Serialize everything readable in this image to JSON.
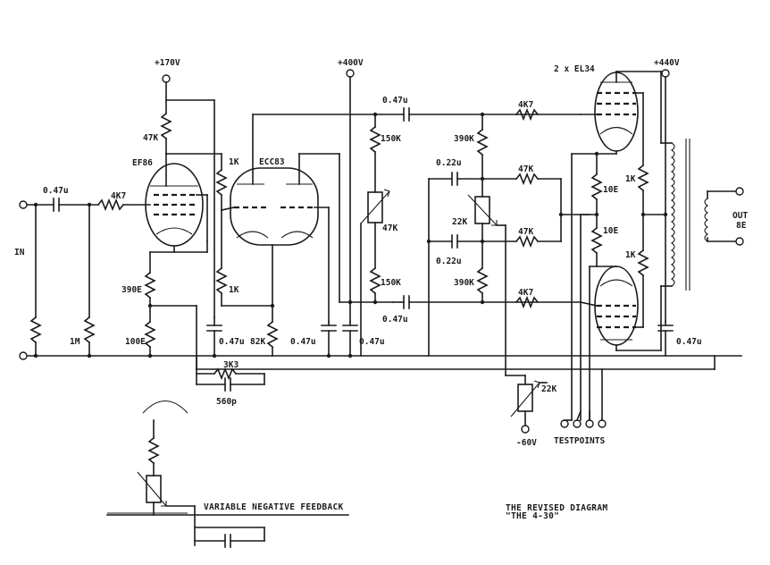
{
  "rails": {
    "v170": "+170V",
    "v400": "+400V",
    "v440": "+440V",
    "bias": "-60V"
  },
  "tubes": {
    "input": "EF86",
    "driver": "ECC83",
    "output": "2 x EL34"
  },
  "labels": {
    "in": "IN",
    "out_line1": "OUT",
    "out_line2": "8E",
    "testpoints": "TESTPOINTS"
  },
  "components": {
    "c_in": "0.47u",
    "r_grid_stop": "4K7",
    "r_in_leak": "1M",
    "r_ef86_plate": "47K",
    "r_ef86_cath1": "390E",
    "r_ef86_cath2": "100E",
    "c_ef86_screen": "0.47u",
    "r_ecc83_1k_top": "1K",
    "r_ecc83_1k_bot": "1K",
    "r_ecc83_82k": "82K",
    "c_ecc83_decouple": "0.47u",
    "c_decouple_b": "0.47u",
    "c_couple_top": "0.47u",
    "c_couple_bot": "0.47u",
    "r_150k_top": "150K",
    "r_150k_bot": "150K",
    "pot_balance": "47K",
    "r_390k_top": "390K",
    "r_390k_bot": "390K",
    "c_022_top": "0.22u",
    "c_022_bot": "0.22u",
    "pot_22k_bias_bal": "22K",
    "r_47k_top": "47K",
    "r_47k_bot": "47K",
    "r_4k7_top": "4K7",
    "r_4k7_bot": "4K7",
    "r_10e_top": "10E",
    "r_10e_bot": "10E",
    "r_1k_screen_top": "1K",
    "r_1k_screen_bot": "1K",
    "c_out_bypass": "0.47u",
    "r_fb": "3K3",
    "c_fb": "560p",
    "pot_bias_22k": "22K"
  },
  "captions": {
    "feedback": "VARIABLE NEGATIVE FEEDBACK",
    "revised_line1": "THE REVISED DIAGRAM",
    "revised_line2": "\"THE 4-30\""
  }
}
